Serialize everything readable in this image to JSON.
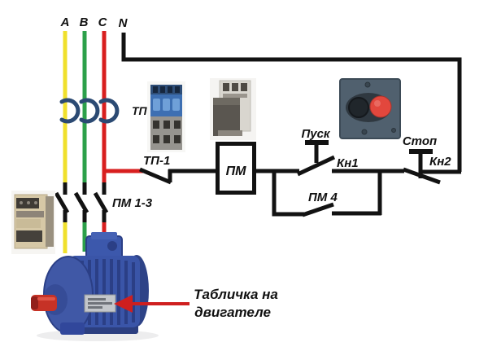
{
  "labels": {
    "phase_a": "A",
    "phase_b": "B",
    "phase_c": "C",
    "neutral": "N",
    "thermal_heaters": "ТП",
    "thermal_nc_contact": "ТП-1",
    "contactor_coil": "ПМ",
    "main_contacts": "ПМ 1-3",
    "holding_contact": "ПМ 4",
    "start_button": "Пуск",
    "start_contact": "Кн1",
    "stop_button": "Стоп",
    "stop_contact": "Кн2"
  },
  "annotation": {
    "line1": "Табличка на",
    "line2": "двигателе"
  },
  "colors": {
    "phase_a": "#f0e02c",
    "phase_b": "#2ca04a",
    "phase_c": "#d81f1f",
    "neutral": "#121212",
    "wire": "#121212",
    "thermal_element": "#2b4a73",
    "annotation_arrow": "#cf1f1f",
    "motor_body": "#3a55a8",
    "photo_red_button": "#e2473d"
  },
  "photos": {
    "thermal_relay": "thermal-overload-relay-photo",
    "contactor_side": "magnetic-contactor-photo",
    "push_button_station": "start-stop-button-station-photo",
    "contactor_front": "contactor-photo",
    "motor": "electric-motor-image"
  }
}
